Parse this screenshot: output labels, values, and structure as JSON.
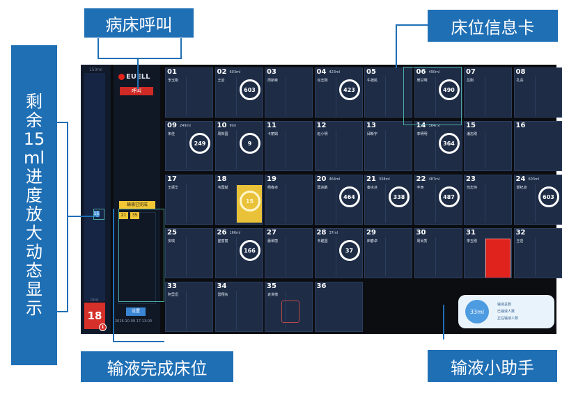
{
  "annotations": {
    "bed_call": "病床呼叫",
    "bed_card": "床位信息卡",
    "remaining_vertical": [
      "剩",
      "余",
      "15",
      "ml",
      "进",
      "度",
      "放",
      "大",
      "动",
      "态",
      "显",
      "示"
    ],
    "done_beds": "输液完成床位",
    "assistant": "输液小助手"
  },
  "left_panel": {
    "top_label": "150ml",
    "bottom_label": "0ml",
    "level_marker": "15",
    "bed_count": "18",
    "bed_count_badge": "1",
    "level_fraction": 0.1
  },
  "control_panel": {
    "logo_text": "EUELL",
    "call_button": "呼叫",
    "done_title": "输液已完成",
    "done_beds": [
      "21",
      "35"
    ],
    "settings_button": "设置",
    "timestamp": "2016-10-09 17:13:00"
  },
  "beds": [
    {
      "num": "01",
      "name": "李玉刚",
      "volume": "",
      "rate": ""
    },
    {
      "num": "02",
      "name": "王岩",
      "volume": "603",
      "rate": "",
      "tag": "603ml"
    },
    {
      "num": "03",
      "name": "周新峰",
      "volume": "",
      "rate": ""
    },
    {
      "num": "04",
      "name": "肖志刚",
      "volume": "423",
      "rate": "",
      "tag": "423ml"
    },
    {
      "num": "05",
      "name": "牛德民",
      "volume": "",
      "rate": ""
    },
    {
      "num": "06",
      "name": "吴甘明",
      "volume": "490",
      "rate": "",
      "tag": "490ml"
    },
    {
      "num": "07",
      "name": "吕刚",
      "volume": "",
      "rate": ""
    },
    {
      "num": "08",
      "name": "孔亮",
      "volume": "",
      "rate": ""
    },
    {
      "num": "09",
      "name": "宋佳",
      "volume": "249",
      "rate": "",
      "tag": "249ml"
    },
    {
      "num": "10",
      "name": "周新国",
      "volume": "9",
      "rate": "",
      "tag": "9ml"
    },
    {
      "num": "11",
      "name": "卡丽娟",
      "volume": "",
      "rate": ""
    },
    {
      "num": "12",
      "name": "赵小明",
      "volume": "",
      "rate": ""
    },
    {
      "num": "13",
      "name": "邱新宇",
      "volume": "",
      "rate": ""
    },
    {
      "num": "14",
      "name": "李明明",
      "volume": "364",
      "rate": "",
      "tag": "364ml"
    },
    {
      "num": "15",
      "name": "潘志刚",
      "volume": "",
      "rate": ""
    },
    {
      "num": "16",
      "name": "",
      "volume": "",
      "rate": ""
    },
    {
      "num": "17",
      "name": "王振华",
      "volume": "",
      "rate": ""
    },
    {
      "num": "18",
      "name": "韦国斌",
      "volume": "15",
      "rate": ""
    },
    {
      "num": "19",
      "name": "杨春卓",
      "volume": "",
      "rate": ""
    },
    {
      "num": "20",
      "name": "窦兆鹏",
      "volume": "464",
      "rate": "",
      "tag": "464ml"
    },
    {
      "num": "21",
      "name": "秦冰冰",
      "volume": "338",
      "rate": "",
      "tag": "338ml"
    },
    {
      "num": "22",
      "name": "丰西",
      "volume": "487",
      "rate": "",
      "tag": "487ml"
    },
    {
      "num": "23",
      "name": "司志伟",
      "volume": "",
      "rate": ""
    },
    {
      "num": "24",
      "name": "郭纪卓",
      "volume": "603",
      "rate": "",
      "tag": "603ml"
    },
    {
      "num": "25",
      "name": "安琪",
      "volume": "",
      "rate": ""
    },
    {
      "num": "26",
      "name": "崔丽丽",
      "volume": "166",
      "rate": "",
      "tag": "166ml"
    },
    {
      "num": "27",
      "name": "蕾翠丽",
      "volume": "",
      "rate": ""
    },
    {
      "num": "28",
      "name": "韦建国",
      "volume": "37",
      "rate": "",
      "tag": "37ml"
    },
    {
      "num": "29",
      "name": "田春卓",
      "volume": "",
      "rate": ""
    },
    {
      "num": "30",
      "name": "周尚秀",
      "volume": "",
      "rate": ""
    },
    {
      "num": "31",
      "name": "李玉刚",
      "volume": "",
      "rate": ""
    },
    {
      "num": "32",
      "name": "王岩",
      "volume": "",
      "rate": ""
    },
    {
      "num": "33",
      "name": "阿里坦",
      "volume": "",
      "rate": ""
    },
    {
      "num": "34",
      "name": "雷翔东",
      "volume": "",
      "rate": ""
    },
    {
      "num": "35",
      "name": "袁世楷",
      "volume": "",
      "rate": ""
    },
    {
      "num": "36",
      "name": "",
      "volume": "",
      "rate": ""
    }
  ],
  "assistant_panel": {
    "circle_text": "33ml",
    "lines": [
      "输液总数",
      "已输液人数",
      "正在输液人数"
    ]
  }
}
